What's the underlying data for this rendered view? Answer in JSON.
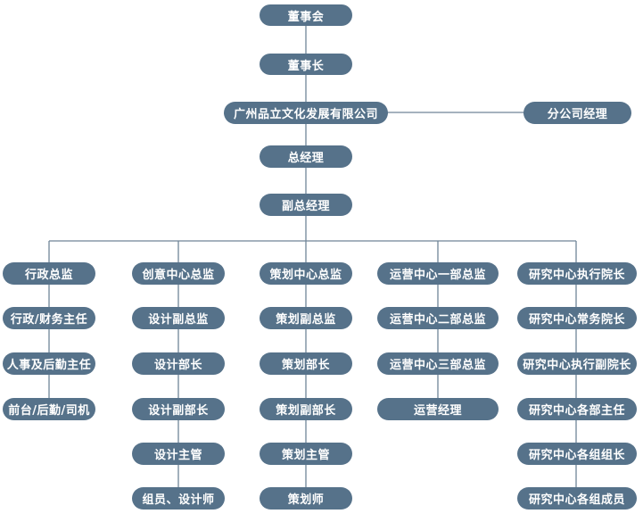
{
  "colors": {
    "node_fill": "#56728a",
    "node_text": "#ffffff",
    "line": "#6f8597"
  },
  "top": {
    "board": "董事会",
    "chairman": "董事长",
    "company": "广州品立文化发展有限公司",
    "branch_manager": "分公司经理",
    "general_manager": "总经理",
    "deputy_gm": "副总经理"
  },
  "columns": [
    {
      "head": "行政总监",
      "items": [
        "行政/财务主任",
        "人事及后勤主任",
        "前台/后勤/司机"
      ]
    },
    {
      "head": "创意中心总监",
      "items": [
        "设计副总监",
        "设计部长",
        "设计副部长",
        "设计主管",
        "组员、设计师"
      ]
    },
    {
      "head": "策划中心总监",
      "items": [
        "策划副总监",
        "策划部长",
        "策划副部长",
        "策划主管",
        "策划师"
      ]
    },
    {
      "head": "运营中心一部总监",
      "items": [
        "运营中心二部总监",
        "运营中心三部总监",
        "运营经理"
      ]
    },
    {
      "head": "研究中心执行院长",
      "items": [
        "研究中心常务院长",
        "研究中心执行副院长",
        "研究中心各部主任",
        "研究中心各组组长",
        "研究中心各组成员"
      ]
    }
  ]
}
